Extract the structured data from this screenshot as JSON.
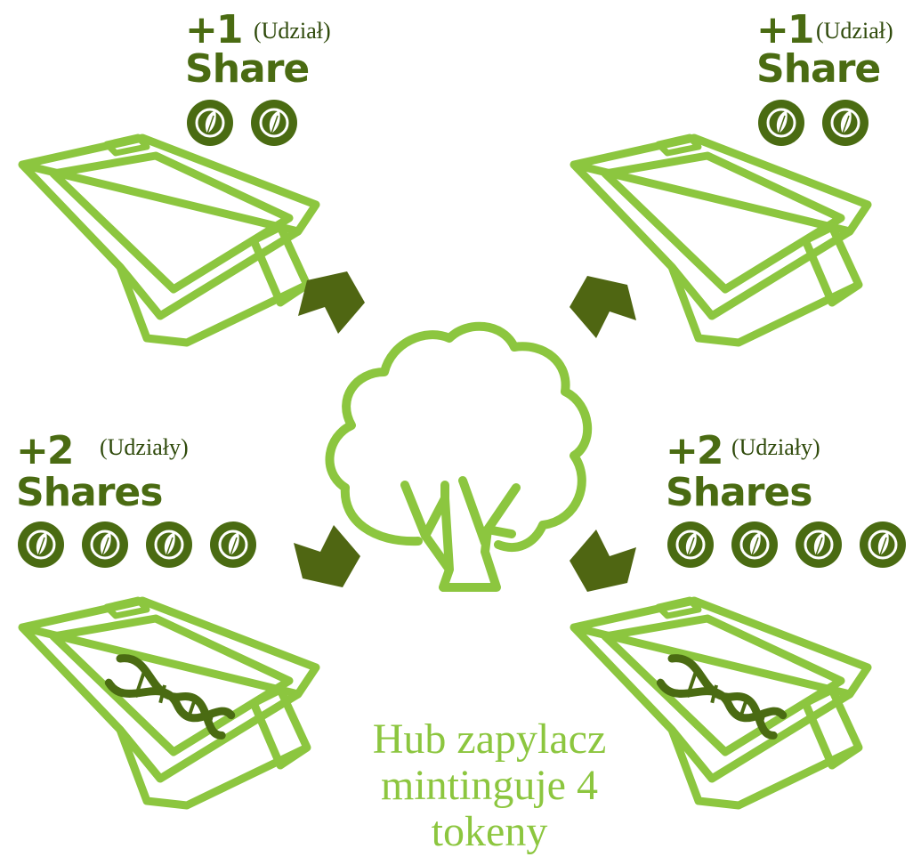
{
  "tiles": [
    {
      "id": "tl",
      "plus": "+1",
      "note": "(Udział)",
      "word": "Share",
      "tokens": 2,
      "dna": false
    },
    {
      "id": "tr",
      "plus": "+1",
      "note": "(Udział)",
      "word": "Share",
      "tokens": 2,
      "dna": false
    },
    {
      "id": "bl",
      "plus": "+2",
      "note": "(Udziały)",
      "word": "Shares",
      "tokens": 4,
      "dna": true
    },
    {
      "id": "br",
      "plus": "+2",
      "note": "(Udziały)",
      "word": "Shares",
      "tokens": 4,
      "dna": true
    }
  ],
  "caption_lines": [
    "Hub zapylacz",
    "mintinguje 4",
    "tokeny"
  ],
  "colors": {
    "light_green": "#8cc63f",
    "dark_green": "#4a6b12",
    "arrow_green": "#4f6612",
    "text_dark": "#2f4a0b"
  },
  "icons": [
    "tree-icon",
    "leaf-token-icon",
    "tablet-icon",
    "dna-icon",
    "arrow-icon"
  ]
}
